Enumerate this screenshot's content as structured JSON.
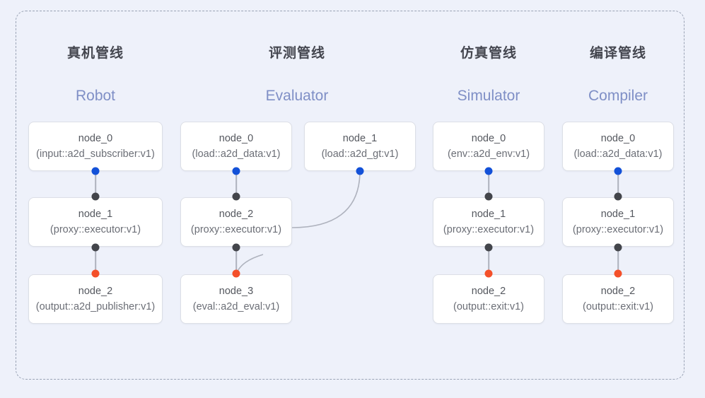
{
  "diagram": {
    "background_color": "#eef1fa",
    "frame": {
      "border_style": "dashed",
      "border_color": "#9aa3b5"
    },
    "accent_colors": {
      "port_input": "#1351d8",
      "port_middle": "#43454b",
      "port_output": "#f4502a",
      "edge": "#aeb2bd",
      "title_cn": "#44464f",
      "title_en": "#7f8fc6"
    }
  },
  "columns": [
    {
      "id": "robot",
      "title_cn": "真机管线",
      "title_en": "Robot",
      "nodes": [
        {
          "id": "robot-node-0",
          "title": "node_0",
          "sub": "(input::a2d_subscriber:v1)"
        },
        {
          "id": "robot-node-1",
          "title": "node_1",
          "sub": "(proxy::executor:v1)"
        },
        {
          "id": "robot-node-2",
          "title": "node_2",
          "sub": "(output::a2d_publisher:v1)"
        }
      ]
    },
    {
      "id": "evaluator",
      "title_cn": "评测管线",
      "title_en": "Evaluator",
      "nodes": [
        {
          "id": "eval-node-0",
          "title": "node_0",
          "sub": "(load::a2d_data:v1)"
        },
        {
          "id": "eval-node-1",
          "title": "node_1",
          "sub": "(load::a2d_gt:v1)"
        },
        {
          "id": "eval-node-2",
          "title": "node_2",
          "sub": "(proxy::executor:v1)"
        },
        {
          "id": "eval-node-3",
          "title": "node_3",
          "sub": "(eval::a2d_eval:v1)"
        }
      ]
    },
    {
      "id": "simulator",
      "title_cn": "仿真管线",
      "title_en": "Simulator",
      "nodes": [
        {
          "id": "sim-node-0",
          "title": "node_0",
          "sub": "(env::a2d_env:v1)"
        },
        {
          "id": "sim-node-1",
          "title": "node_1",
          "sub": "(proxy::executor:v1)"
        },
        {
          "id": "sim-node-2",
          "title": "node_2",
          "sub": "(output::exit:v1)"
        }
      ]
    },
    {
      "id": "compiler",
      "title_cn": "编译管线",
      "title_en": "Compiler",
      "nodes": [
        {
          "id": "comp-node-0",
          "title": "node_0",
          "sub": "(load::a2d_data:v1)"
        },
        {
          "id": "comp-node-1",
          "title": "node_1",
          "sub": "(proxy::executor:v1)"
        },
        {
          "id": "comp-node-2",
          "title": "node_2",
          "sub": "(output::exit:v1)"
        }
      ]
    }
  ]
}
